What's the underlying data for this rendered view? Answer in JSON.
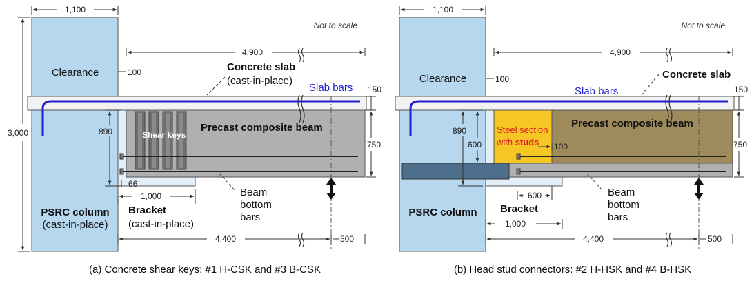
{
  "colors": {
    "column": "#b6d7ee",
    "slab": "#f2f2f2",
    "beam_gray": "#b0b0b0",
    "beam_brown": "#9e8a5a",
    "bracket": "#e3eef8",
    "shear_key": "#6e6e6e",
    "steel_yellow": "#f6c624",
    "slab_bars": "#1f1fd0",
    "studs_red": "#d81e1e",
    "steel_plate": "#4e6f8c"
  },
  "panel_a": {
    "not_to_scale": "Not to scale",
    "dim_column_width": "1,100",
    "dim_total_height": "3,000",
    "dim_clear_span": "4,900",
    "dim_clearance_gap": "100",
    "dim_slab_thickness": "150",
    "dim_beam_depth": "750",
    "dim_bracket_depth": "890",
    "dim_key_offset": "66",
    "dim_bracket_length": "1,000",
    "dim_lower_span": "4,400",
    "dim_load_offset": "500",
    "clearance_label": "Clearance",
    "slab_label": "Concrete slab",
    "slab_sublabel": "(cast-in-place)",
    "slab_bars_label": "Slab bars",
    "shear_keys_label": "Shear keys",
    "beam_label": "Precast composite beam",
    "column_label": "PSRC column",
    "column_sublabel": "(cast-in-place)",
    "bracket_label": "Bracket",
    "bracket_sublabel": "(cast-in-place)",
    "bottom_bars_line1": "Beam",
    "bottom_bars_line2": "bottom",
    "bottom_bars_line3": "bars",
    "caption": "(a) Concrete shear keys: #1 H-CSK and #3 B-CSK"
  },
  "panel_b": {
    "not_to_scale": "Not to scale",
    "dim_column_width": "1,100",
    "dim_clear_span": "4,900",
    "dim_clearance_gap": "100",
    "dim_slab_thickness": "150",
    "dim_beam_depth": "750",
    "dim_bracket_depth": "890",
    "dim_steel_depth": "600",
    "dim_stud_offset": "100",
    "dim_steel_length": "600",
    "dim_bracket_length": "1,000",
    "dim_lower_span": "4,400",
    "dim_load_offset": "500",
    "clearance_label": "Clearance",
    "slab_label": "Concrete slab",
    "slab_bars_label": "Slab bars",
    "steel_label_line1": "Steel section",
    "steel_label_line2_prefix": "with ",
    "steel_label_line2_bold": "studs",
    "beam_label": "Precast composite beam",
    "column_label": "PSRC column",
    "bracket_label": "Bracket",
    "bottom_bars_line1": "Beam",
    "bottom_bars_line2": "bottom",
    "bottom_bars_line3": "bars",
    "caption": "(b) Head stud connectors: #2 H-HSK and #4 B-HSK"
  }
}
